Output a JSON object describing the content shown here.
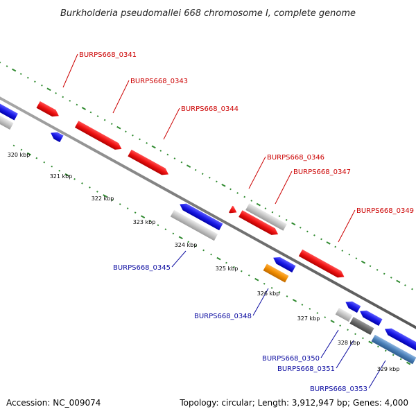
{
  "title": "Burkholderia pseudomallei 668 chromosome I, complete genome",
  "accession": "Accession: NC_009074",
  "summary": "Topology: circular; Length: 3,912,947 bp; Genes: 4,000",
  "colors": {
    "forward": "#ee1111",
    "reverse": "#1a1ae6",
    "label_forward": "#cc0000",
    "label_reverse": "#0a0aa0",
    "grey": "#c4c4c4",
    "dark_grey": "#6a6a6a",
    "orange": "#f08c00",
    "steel_blue": "#4a7fb8",
    "backbone": "#777777",
    "tick": "#2f8a2f"
  },
  "scale": {
    "unit": "kbp",
    "ticks": [
      "320 kbp",
      "321 kbp",
      "322 kbp",
      "323 kbp",
      "324 kbp",
      "325 kbp",
      "326 kbp",
      "327 kbp",
      "328 kbp",
      "329 kbp"
    ]
  },
  "genes": {
    "forward_labeled": [
      "BURPS668_0341",
      "BURPS668_0343",
      "BURPS668_0344",
      "BURPS668_0346",
      "BURPS668_0347",
      "BURPS668_0349"
    ],
    "reverse_labeled": [
      "BURPS668_0345",
      "BURPS668_0348",
      "BURPS668_0350",
      "BURPS668_0351",
      "BURPS668_0353"
    ]
  }
}
